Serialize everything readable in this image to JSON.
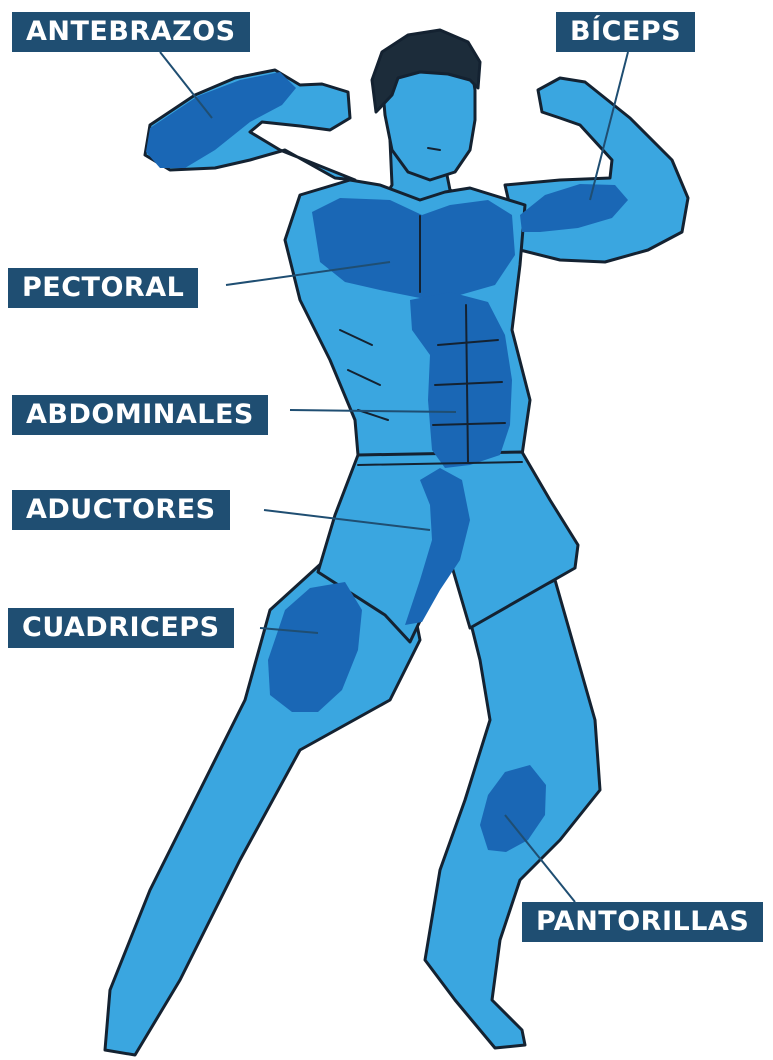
{
  "labels": {
    "antebrazos": "ANTEBRAZOS",
    "biceps": "BÍCEPS",
    "pectoral": "PECTORAL",
    "abdominales": "ABDOMINALES",
    "aductores": "ADUCTORES",
    "cuadriceps": "CUADRICEPS",
    "pantorillas": "PANTORILLAS"
  },
  "colors": {
    "body": "#3aa6e0",
    "muscle_highlight": "#1a67b5",
    "hair": "#1c2c3a",
    "outline": "#142231",
    "label_bg": "#1f4e72",
    "label_text": "#ffffff"
  }
}
